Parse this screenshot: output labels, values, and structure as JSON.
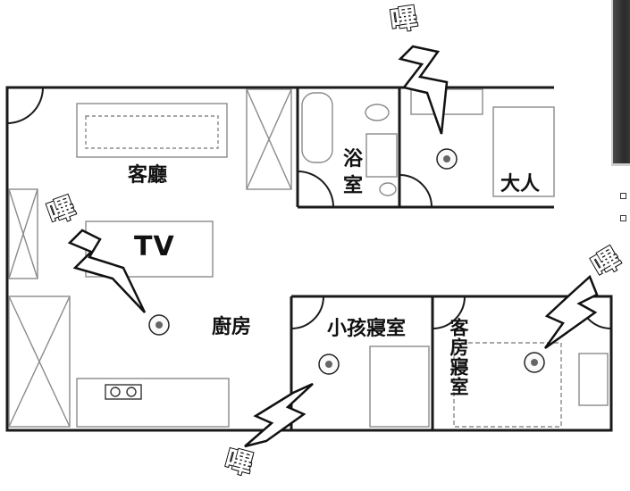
{
  "rooms": {
    "living_room": "客廳",
    "tv": "TV",
    "kitchen": "廚房",
    "bathroom_line1": "浴",
    "bathroom_line2": "室",
    "master_bedroom": "大人",
    "child_bedroom": "小孩寢室",
    "guest_room": "客房寢室"
  },
  "alarm_label": "嗶",
  "colors": {
    "wall": "#1a1a1a",
    "furniture": "#8a8a8a",
    "background": "#ffffff"
  }
}
